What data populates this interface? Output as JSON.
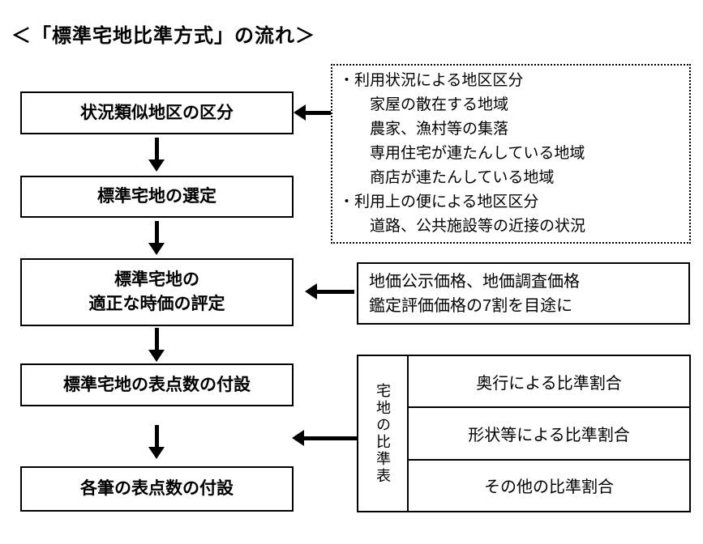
{
  "title": "＜「標準宅地比準方式」の流れ＞",
  "colors": {
    "ink": "#000000",
    "background": "#ffffff"
  },
  "flow": {
    "steps": [
      {
        "lines": [
          "状況類似地区の区分"
        ]
      },
      {
        "lines": [
          "標準宅地の選定"
        ]
      },
      {
        "lines": [
          "標準宅地の",
          "適正な時価の評定"
        ]
      },
      {
        "lines": [
          "標準宅地の表点数の付設"
        ]
      },
      {
        "lines": [
          "各筆の表点数の付設"
        ]
      }
    ]
  },
  "district_note": {
    "lines": [
      "・利用状況による地区区分",
      "家屋の散在する地域",
      "農家、漁村等の集落",
      "専用住宅が連たんしている地域",
      "商店が連たんしている地域",
      "・利用上の便による地区区分",
      "道路、公共施設等の近接の状況"
    ]
  },
  "price_note": {
    "lines": [
      "地価公示価格、地価調査価格",
      "鑑定評価価格の7割を目途に"
    ]
  },
  "comparison_table": {
    "vertical_header": "宅地の比準表",
    "rows": [
      "奥行による比準割合",
      "形状等による比準割合",
      "その他の比準割合"
    ]
  }
}
